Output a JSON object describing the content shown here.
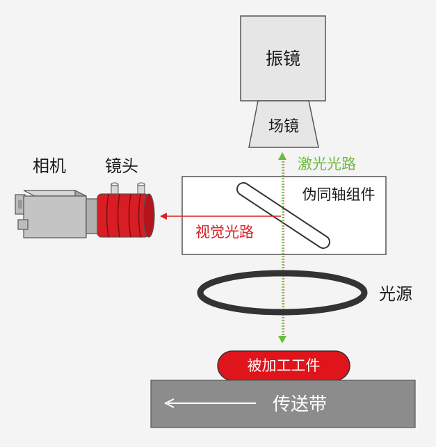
{
  "labels": {
    "galvo": "振镜",
    "field_lens": "场镜",
    "laser_path": "激光光路",
    "coaxial_assembly": "伪同轴组件",
    "vision_path": "视觉光路",
    "camera": "相机",
    "lens": "镜头",
    "light_source": "光源",
    "workpiece": "被加工工件",
    "conveyor": "传送带"
  },
  "colors": {
    "laser_green": "#6cbb3c",
    "vision_red": "#d81e24",
    "workpiece_red": "#e0141b",
    "conveyor_gray": "#8c8c8c",
    "camera_gray": "#c4c4c4",
    "ring_dark": "#333333"
  }
}
